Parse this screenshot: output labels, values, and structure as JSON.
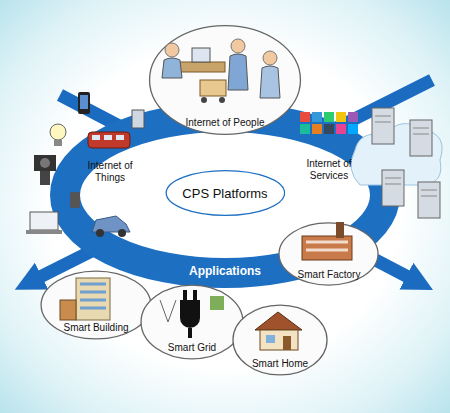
{
  "diagram": {
    "nodes": [
      {
        "text": [
          "Internet of People"
        ]
      },
      {
        "text": [
          "CPS Platforms"
        ]
      },
      {
        "text": [
          "Smart Factory"
        ]
      },
      {
        "text": [
          "Smart Building"
        ]
      },
      {
        "text": [
          "Smart Grid"
        ]
      },
      {
        "text": [
          "Smart Home"
        ]
      }
    ],
    "labels": [
      "Internet of Things",
      "Internet of Services",
      "Applications"
    ]
  }
}
